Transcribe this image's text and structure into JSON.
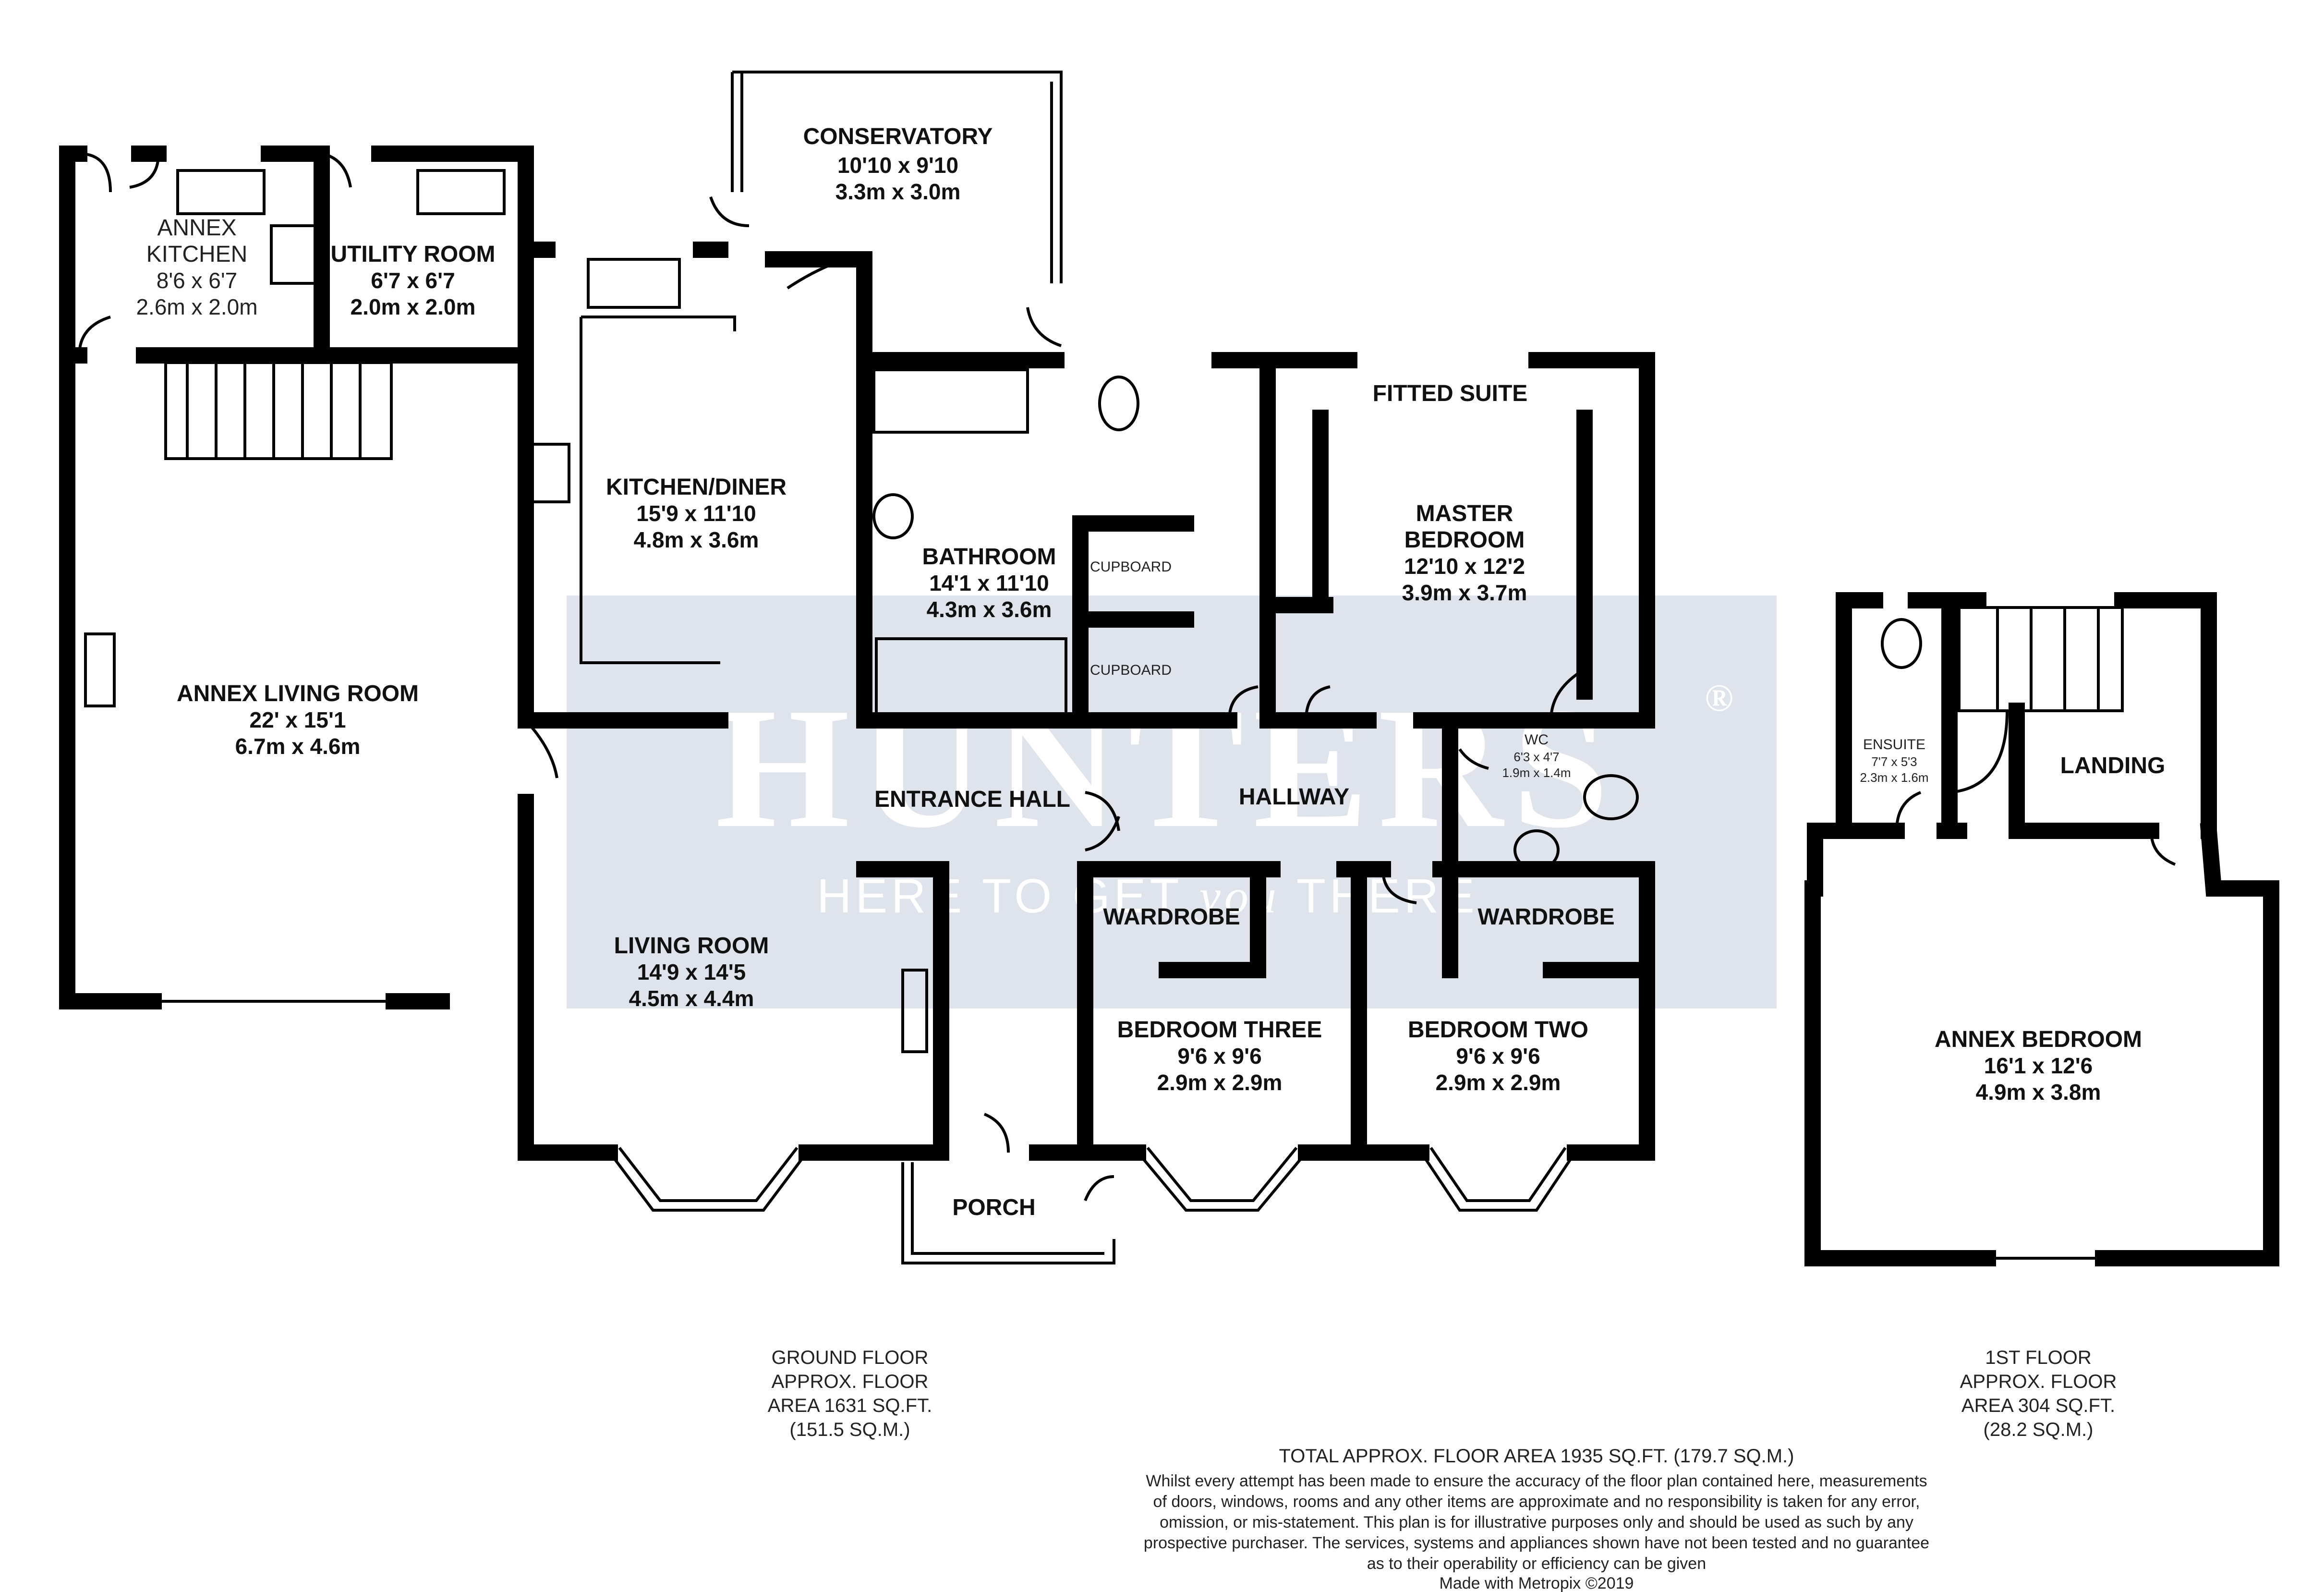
{
  "rooms": {
    "conservatory": {
      "name": "CONSERVATORY",
      "imperial": "10'10 x 9'10",
      "metric": "3.3m x 3.0m"
    },
    "annex_kitchen": {
      "name1": "ANNEX",
      "name2": "KITCHEN",
      "imperial": "8'6 x 6'7",
      "metric": "2.6m x 2.0m"
    },
    "utility": {
      "name": "UTILITY ROOM",
      "imperial": "6'7 x 6'7",
      "metric": "2.0m x 2.0m"
    },
    "kitchen_diner": {
      "name": "KITCHEN/DINER",
      "imperial": "15'9 x 11'10",
      "metric": "4.8m x 3.6m"
    },
    "bathroom": {
      "name": "BATHROOM",
      "imperial": "14'1 x 11'10",
      "metric": "4.3m x 3.6m"
    },
    "cupboard_top": {
      "name": "CUPBOARD"
    },
    "cupboard_bottom": {
      "name": "CUPBOARD"
    },
    "fitted_suite": {
      "name": "FITTED SUITE"
    },
    "master_bedroom": {
      "name1": "MASTER",
      "name2": "BEDROOM",
      "imperial": "12'10 x 12'2",
      "metric": "3.9m x 3.7m"
    },
    "annex_living": {
      "name": "ANNEX LIVING ROOM",
      "imperial": "22' x 15'1",
      "metric": "6.7m x 4.6m"
    },
    "entrance_hall": {
      "name": "ENTRANCE HALL"
    },
    "hallway": {
      "name": "HALLWAY"
    },
    "wc": {
      "name": "WC",
      "imperial": "6'3 x 4'7",
      "metric": "1.9m x 1.4m"
    },
    "wardrobe_three": {
      "name": "WARDROBE"
    },
    "wardrobe_two": {
      "name": "WARDROBE"
    },
    "living_room": {
      "name": "LIVING ROOM",
      "imperial": "14'9 x 14'5",
      "metric": "4.5m x 4.4m"
    },
    "bedroom_three": {
      "name": "BEDROOM THREE",
      "imperial": "9'6 x 9'6",
      "metric": "2.9m x 2.9m"
    },
    "bedroom_two": {
      "name": "BEDROOM TWO",
      "imperial": "9'6 x 9'6",
      "metric": "2.9m x 2.9m"
    },
    "porch": {
      "name": "PORCH"
    },
    "ensuite": {
      "name": "ENSUITE",
      "imperial": "7'7 x 5'3",
      "metric": "2.3m x 1.6m"
    },
    "landing": {
      "name": "LANDING"
    },
    "annex_bedroom": {
      "name": "ANNEX BEDROOM",
      "imperial": "16'1 x 12'6",
      "metric": "4.9m x 3.8m"
    }
  },
  "watermark": {
    "brand": "HUNTERS",
    "registered": "®",
    "tagline_start": "HERE TO GET ",
    "tagline_emph": "you",
    "tagline_end": " THERE"
  },
  "ground_floor_area": {
    "line1": "GROUND FLOOR",
    "line2": "APPROX. FLOOR",
    "line3": "AREA 1631 SQ.FT.",
    "line4": "(151.5 SQ.M.)"
  },
  "first_floor_area": {
    "line1": "1ST FLOOR",
    "line2": "APPROX. FLOOR",
    "line3": "AREA 304 SQ.FT.",
    "line4": "(28.2 SQ.M.)"
  },
  "footer": {
    "total": "TOTAL APPROX. FLOOR AREA 1935 SQ.FT. (179.7 SQ.M.)",
    "disclaimer1": "Whilst every attempt has been made to ensure the accuracy of the floor plan contained here, measurements",
    "disclaimer2": "of doors, windows, rooms and any other items are approximate and no responsibility is taken for any error,",
    "disclaimer3": "omission, or mis-statement. This plan is for illustrative purposes only and should be used as such by any",
    "disclaimer4": "prospective purchaser. The services, systems and appliances shown have not been tested and no guarantee",
    "disclaimer5": "as to their operability or efficiency can be given",
    "credit": "Made with Metropix ©2019"
  },
  "colors": {
    "wall": "#000000",
    "watermark_band": "#dfe3ec",
    "watermark_text": "#ffffff"
  }
}
